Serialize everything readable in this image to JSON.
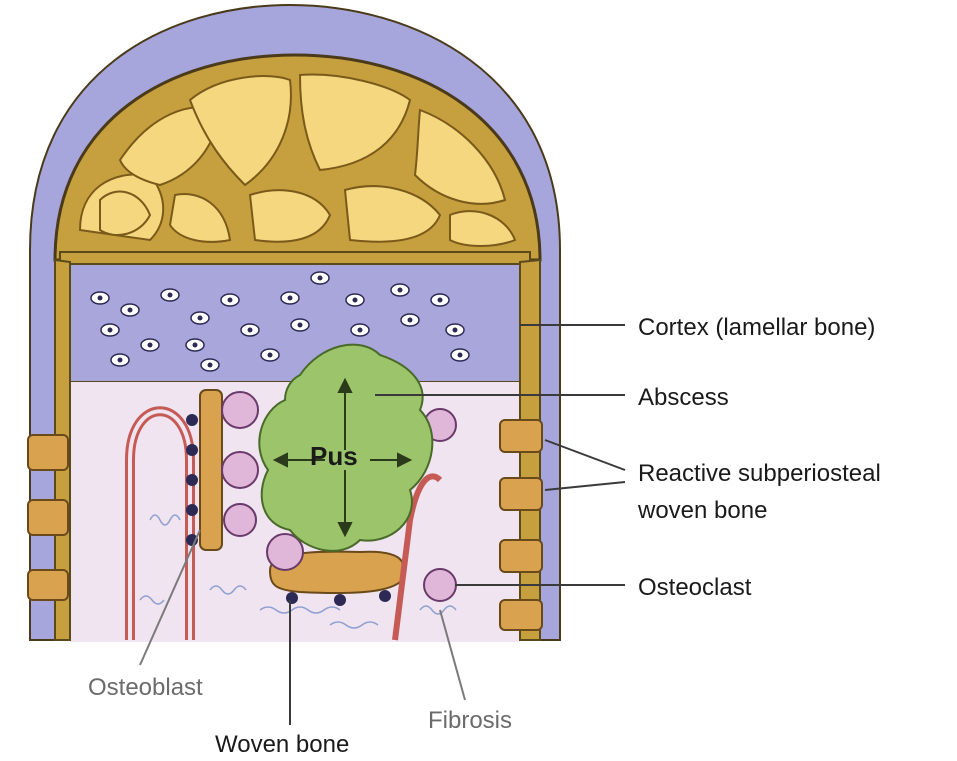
{
  "labels": {
    "cortex": "Cortex (lamellar bone)",
    "abscess": "Abscess",
    "reactive_line1": "Reactive subperiosteal",
    "reactive_line2": "woven bone",
    "osteoclast": "Osteoclast",
    "osteoblast": "Osteoblast",
    "fibrosis": "Fibrosis",
    "woven_bone": "Woven bone",
    "pus": "Pus"
  },
  "colors": {
    "periosteum": "#a6a6dc",
    "trabecular_bone": "#c69f3e",
    "marrow_fat": "#f4d77e",
    "cortex": "#a9a6dc",
    "abscess": "#9cc46a",
    "soft_tissue": "#efe4f0",
    "vessel": "#c65a55",
    "osteoclast": "#e0b7d8",
    "woven_bone": "#d9a24f",
    "cell_nucleus": "#2c2a54"
  }
}
